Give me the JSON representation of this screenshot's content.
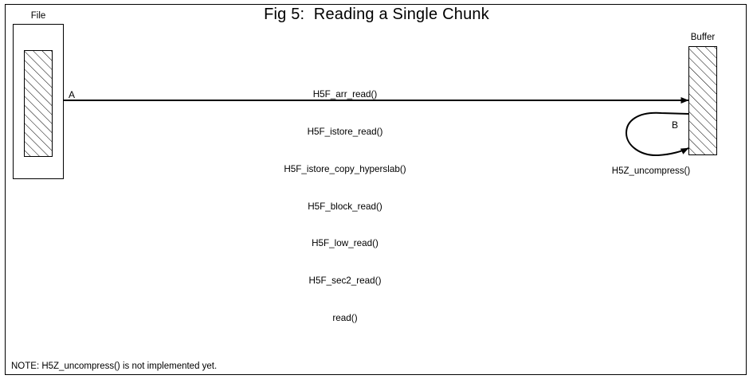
{
  "title": "Fig 5:  Reading a Single Chunk",
  "colors": {
    "stroke": "#000000",
    "background": "#ffffff",
    "hatch": "#000000"
  },
  "file_box": {
    "label": "File",
    "inner_fill": "hatched"
  },
  "buffer_box": {
    "label": "Buffer",
    "fill": "hatched"
  },
  "arrows": {
    "main": {
      "label": "A",
      "direction": "file-to-buffer"
    },
    "loop": {
      "label": "B",
      "caption": "H5Z_uncompress()",
      "direction": "buffer-to-buffer"
    }
  },
  "call_stack": [
    "H5F_arr_read()",
    "H5F_istore_read()",
    "H5F_istore_copy_hyperslab()",
    "H5F_block_read()",
    "H5F_low_read()",
    "H5F_sec2_read()",
    "read()"
  ],
  "note": "NOTE: H5Z_uncompress() is not implemented yet."
}
